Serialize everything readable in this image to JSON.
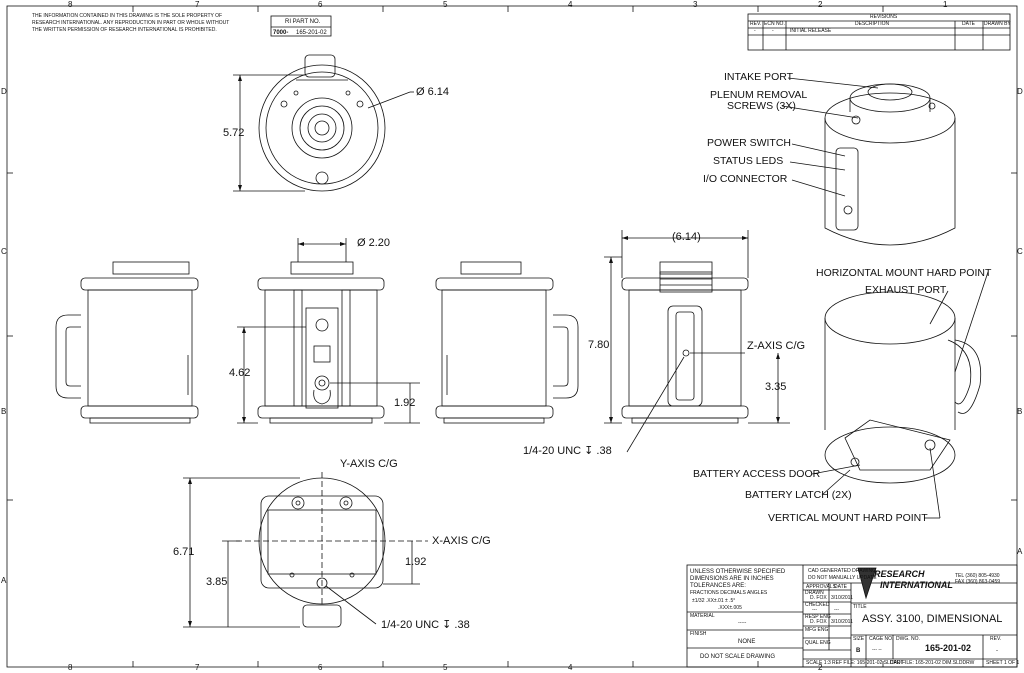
{
  "notice": {
    "line1": "THE INFORMATION CONTAINED IN THIS DRAWING IS THE SOLE PROPERTY OF",
    "line2": "RESEARCH INTERNATIONAL. ANY REPRODUCTION IN PART OR WHOLE WITHOUT",
    "line3": "THE WRITTEN PERMISSION OF RESEARCH INTERNATIONAL IS PROHIBITED."
  },
  "part_no": {
    "label": "RI PART NO.",
    "prefix": "7000-",
    "value": "165-201-02"
  },
  "revisions": {
    "title": "REVISIONS",
    "headers": [
      "REV.",
      "ECN NO.",
      "DESCRIPTION",
      "DATE",
      "DRAWN BY"
    ],
    "rows": [
      [
        "-",
        "-",
        "INITIAL RELEASE",
        "",
        ""
      ]
    ]
  },
  "zones": {
    "top": [
      "8",
      "7",
      "6",
      "5",
      "4",
      "3",
      "2",
      "1"
    ],
    "side": [
      "D",
      "C",
      "B",
      "A"
    ]
  },
  "dimensions": {
    "top_width": "Ø 6.14",
    "top_height": "5.72",
    "port_dia": "Ø 2.20",
    "width_ref": "(6.14)",
    "height_total": "7.80",
    "panel_height": "4.62",
    "connector_height": "1.92",
    "z_cg": "3.35",
    "bottom_height": "6.71",
    "bottom_cg": "3.85",
    "x_offset": "1.92"
  },
  "labels": {
    "z_axis": "Z-AXIS C/G",
    "y_axis": "Y-AXIS C/G",
    "x_axis": "X-AXIS C/G",
    "thread_front": "1/4-20 UNC ↧ .38",
    "thread_bottom": "1/4-20 UNC ↧ .38"
  },
  "callouts": {
    "intake_port": "INTAKE PORT",
    "plenum_1": "PLENUM REMOVAL",
    "plenum_2": "SCREWS (3X)",
    "power_switch": "POWER SWITCH",
    "status_leds": "STATUS LEDS",
    "io_connector": "I/O CONNECTOR",
    "horizontal_mount": "HORIZONTAL MOUNT HARD POINT",
    "exhaust_port": "EXHAUST PORT",
    "battery_door": "BATTERY ACCESS DOOR",
    "battery_latch": "BATTERY LATCH (2X)",
    "vertical_mount": "VERTICAL MOUNT HARD POINT"
  },
  "title_block": {
    "tol_1": "UNLESS OTHERWISE SPECIFIED",
    "tol_2": "DIMENSIONS ARE IN INCHES",
    "tol_3": "TOLERANCES ARE:",
    "tol_4": "FRACTIONS  DECIMALS   ANGLES",
    "tol_5": "±1/32     .XX±.01    ± .5°",
    "tol_6": ".XXX±.005",
    "material": "MATERIAL",
    "material_val": "-----",
    "finish": "FINISH",
    "finish_val": "NONE",
    "no_scale": "DO NOT SCALE DRAWING",
    "cad_1": "CAD GENERATED DRAWING,",
    "cad_2": "DO NOT MANUALLY UPDATE",
    "approvals": "APPROVALS",
    "date": "DATE",
    "drawn": "DRAWN",
    "drawn_by": "D. FOX",
    "drawn_date": "3/10/2011",
    "checked": "CHECKED",
    "checked_by": "---",
    "checked_date": "---",
    "resp_eng": "RESP ENG",
    "resp_by": "D. FOX",
    "resp_date": "3/10/2011",
    "mfg_eng": "MFG ENG",
    "qual_eng": "QUAL ENG",
    "company_1": "RESEARCH",
    "company_2": "INTERNATIONAL",
    "tel": "TEL (360) 805-4930",
    "fax": "FAX (360) 863-0459",
    "title_label": "TITLE",
    "title": "ASSY. 3100, DIMENSIONAL",
    "size_label": "SIZE",
    "size": "B",
    "cage_label": "CAGE NO.",
    "cage": "--- --",
    "dwg_label": "DWG. NO.",
    "dwg": "165-201-02",
    "rev_label": "REV.",
    "rev": "-",
    "scale": "SCALE 1:3",
    "ref_file": "REF FILE: 165-201-02.SLDPRT",
    "cad_file": "CAD FILE: 165-201-02 DIM.SLDDRW",
    "sheet": "SHEET 1 OF 1"
  }
}
